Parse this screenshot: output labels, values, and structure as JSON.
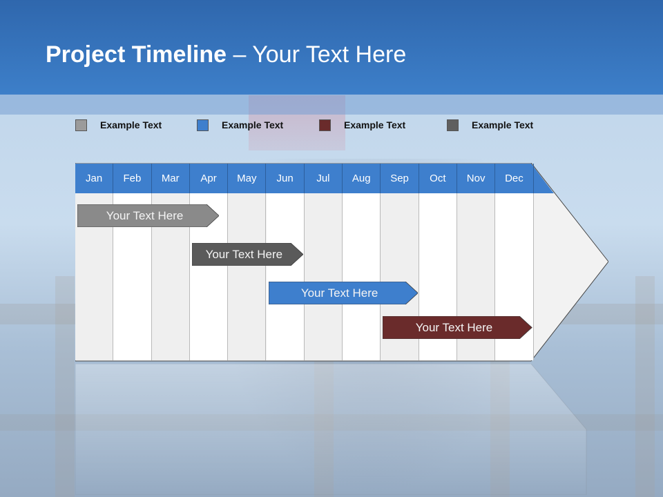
{
  "slide": {
    "title_bold": "Project Timeline",
    "title_rest": " – Your Text Here"
  },
  "legend": [
    {
      "label": "Example Text",
      "color": "#9b9b9b"
    },
    {
      "label": "Example Text",
      "color": "#3e7fcd"
    },
    {
      "label": "Example Text",
      "color": "#6a2b2b"
    },
    {
      "label": "Example Text",
      "color": "#5f5f5f"
    }
  ],
  "timeline": {
    "months": [
      "Jan",
      "Feb",
      "Mar",
      "Apr",
      "May",
      "Jun",
      "Jul",
      "Aug",
      "Sep",
      "Oct",
      "Nov",
      "Dec"
    ],
    "header_color": "#3e7fcd",
    "bars": [
      {
        "label": "Your  Text Here",
        "start": 0,
        "end": 3.8,
        "color": "#8a8a8a"
      },
      {
        "label": "Your  Text Here",
        "start": 3,
        "end": 6,
        "color": "#5a5a5a"
      },
      {
        "label": "Your  Text Here",
        "start": 5,
        "end": 9,
        "color": "#3e7fcd"
      },
      {
        "label": "Your  Text Here",
        "start": 8,
        "end": 12,
        "color": "#6a2b2b"
      }
    ]
  }
}
